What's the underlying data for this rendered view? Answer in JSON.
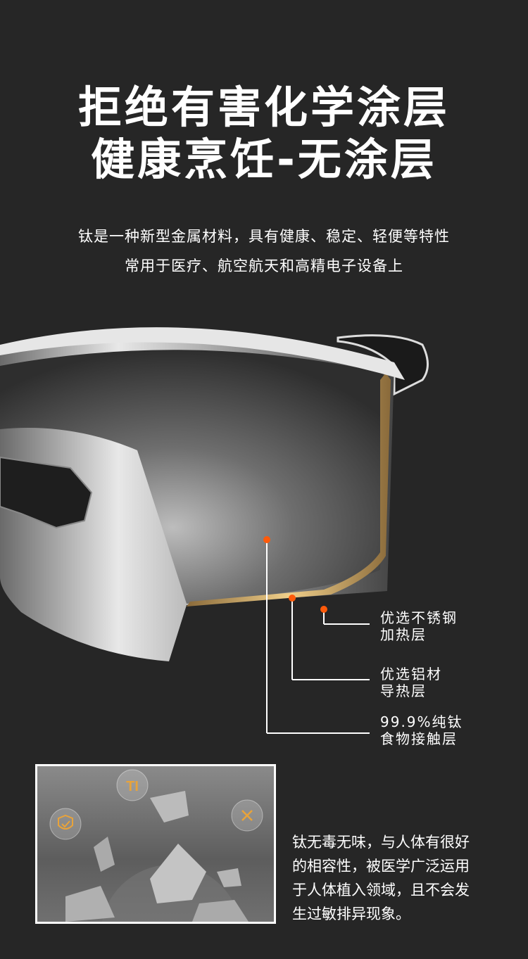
{
  "header": {
    "title_line1": "拒绝有害化学涂层",
    "title_line2": "健康烹饪-无涂层",
    "subtitle_line1": "钛是一种新型金属材料，具有健康、稳定、轻便等特性",
    "subtitle_line2": "常用于医疗、航空航天和高精电子设备上"
  },
  "layers": [
    {
      "line1": "优选不锈钢",
      "line2": "加热层"
    },
    {
      "line1": "优选铝材",
      "line2": "导热层"
    },
    {
      "line1": "99.9%纯钛",
      "line2": "食物接触层"
    }
  ],
  "photo": {
    "badge_text": "TI"
  },
  "description": {
    "lines": [
      "钛无毒无味，与人体有很好",
      "的相容性，被医学广泛运用",
      "于人体植入领域，且不会发",
      "生过敏排异现象。"
    ]
  },
  "colors": {
    "background": "#262626",
    "marker": "#ff5a0a",
    "accent": "#e8a33a"
  }
}
